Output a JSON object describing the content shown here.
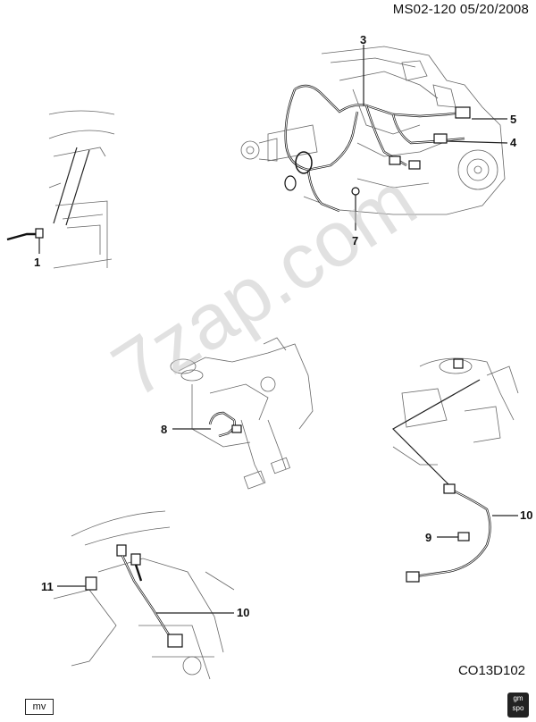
{
  "header": {
    "doc_code": "MS02-120  05/20/2008"
  },
  "footer": {
    "diagram_code": "CO13D102",
    "badge": "mv",
    "logo_lines": [
      "gm",
      "spo"
    ]
  },
  "watermark": "7zap.com",
  "callouts": {
    "c1": "1",
    "c3": "3",
    "c4": "4",
    "c5": "5",
    "c7": "7",
    "c8": "8",
    "c9": "9",
    "c10a": "10",
    "c10b": "10",
    "c11": "11"
  }
}
